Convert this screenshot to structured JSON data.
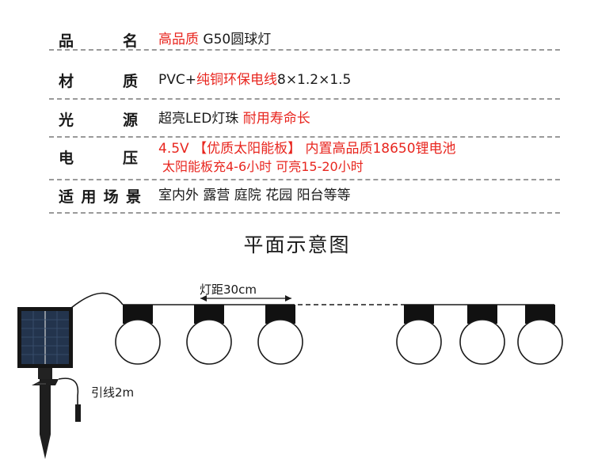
{
  "specs": [
    {
      "label_chars": [
        "品",
        "名"
      ],
      "parts": [
        {
          "text": "高品质",
          "color": "red"
        },
        {
          "text": " G50圆球灯",
          "color": "dark"
        }
      ]
    },
    {
      "label_chars": [
        "材",
        "质"
      ],
      "parts": [
        {
          "text": "PVC+",
          "color": "dark"
        },
        {
          "text": "纯铜环保电线",
          "color": "red"
        },
        {
          "text": "8×1.2×1.5",
          "color": "dark"
        }
      ]
    },
    {
      "label_chars": [
        "光",
        "源"
      ],
      "parts": [
        {
          "text": "超亮LED灯珠 ",
          "color": "dark"
        },
        {
          "text": "耐用寿命长",
          "color": "red"
        }
      ]
    },
    {
      "label_chars": [
        "电",
        "压"
      ],
      "lines": [
        {
          "text": "4.5V 【优质太阳能板】 内置高品质18650锂电池",
          "color": "red"
        },
        {
          "text": "太阳能板充4-6小时 可亮15-20小时",
          "color": "red"
        }
      ]
    },
    {
      "label_chars": [
        "适",
        "用",
        "场",
        "景"
      ],
      "parts": [
        {
          "text": "室内外 露营 庭院 花园 阳台等等",
          "color": "dark"
        }
      ]
    }
  ],
  "section_title": "平面示意图",
  "diagram": {
    "spacing_label": "灯距30cm",
    "lead_label": "引线2m",
    "bulb_count_left": 3,
    "bulb_count_right": 3
  },
  "colors": {
    "red": "#e8261f",
    "dark": "#1a1a1a",
    "divider": "#9a9a9a"
  }
}
